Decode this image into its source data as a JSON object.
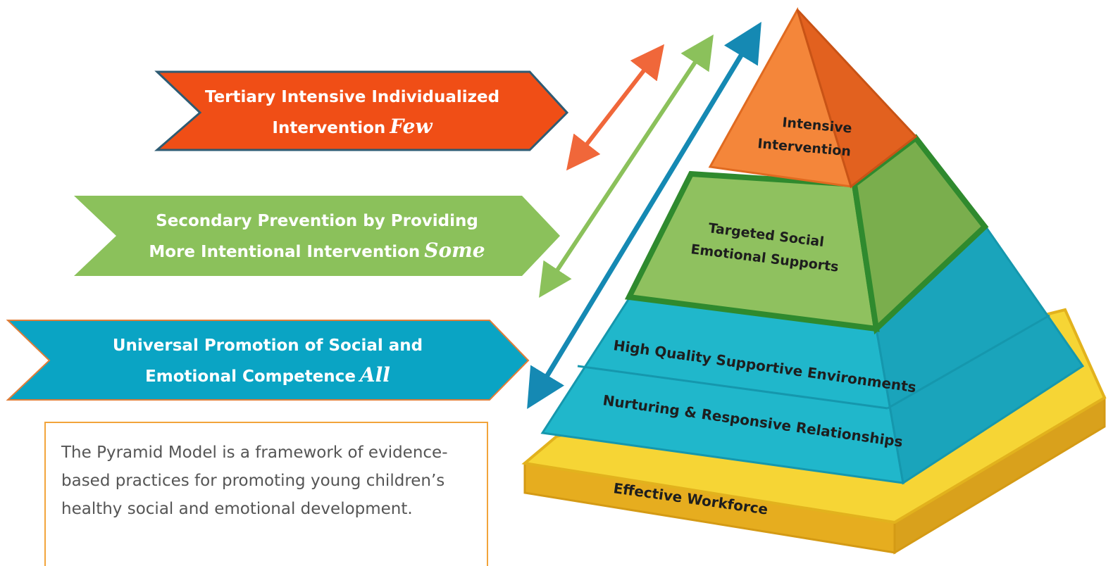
{
  "banners": [
    {
      "text": "Tertiary Intensive Individualized Intervention",
      "quantity": "Few",
      "color": "#f04e16",
      "border": "#2e5b73"
    },
    {
      "text": "Secondary Prevention by Providing More Intentional Intervention",
      "quantity": "Some",
      "color": "#8bc15b",
      "border": "#8bc15b"
    },
    {
      "text": "Universal Promotion of Social and Emotional Competence",
      "quantity": "All",
      "color": "#0aa4c4",
      "border": "#e07d38"
    }
  ],
  "banner_lines": {
    "tertiary_1": "Tertiary Intensive Individualized",
    "tertiary_2": "Intervention",
    "secondary_1": "Secondary Prevention by Providing",
    "secondary_2": "More Intentional Intervention",
    "universal_1": "Universal Promotion of Social and",
    "universal_2": "Emotional Competence"
  },
  "pyramid": {
    "tiers": {
      "top_1": "Intensive",
      "top_2": "Intervention",
      "mid_1": "Targeted Social",
      "mid_2": "Emotional Supports",
      "base_1": "High Quality Supportive Environments",
      "base_2": "Nurturing & Responsive Relationships",
      "foundation": "Effective Workforce"
    },
    "colors": {
      "top": "#f07a2c",
      "mid": "#8dbd5c",
      "base": "#1fb3c9",
      "foundation": "#f4d233",
      "outline_mid": "#2f8a2e"
    }
  },
  "arrows": {
    "colors": [
      "#f0673a",
      "#8bc15b",
      "#1589b3"
    ]
  },
  "description": "The Pyramid Model is a framework of evidence-based practices for promoting young children’s healthy social and emotional development."
}
